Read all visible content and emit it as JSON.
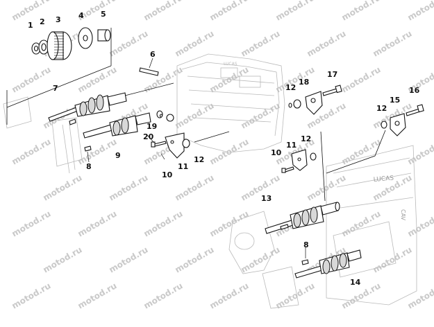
{
  "diagram": {
    "watermark": "motod.ru",
    "callouts": [
      "1",
      "2",
      "3",
      "4",
      "5",
      "6",
      "7",
      "8",
      "9",
      "10",
      "11",
      "12",
      "13",
      "14",
      "15",
      "16",
      "17",
      "18",
      "19",
      "20"
    ],
    "ghost_text": {
      "label_a": "LUCAS",
      "label_b": "LUCAS",
      "label_c": "CAV"
    }
  }
}
